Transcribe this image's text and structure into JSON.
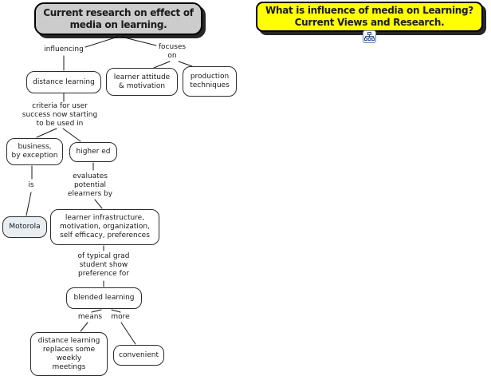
{
  "header_nodes": {
    "research": {
      "label": "Current research on effect of\nmedia on learning.",
      "fill": "#cccccc"
    },
    "question": {
      "label": "What is influence of media on Learning?\nCurrent Views and Research.",
      "fill": "#ffff00"
    }
  },
  "concepts": {
    "distance_learning": "distance learning",
    "learner_attitude": "learner attitude\n& motivation",
    "production_techniques": "production\ntechniques",
    "business": "business,\nby exception",
    "higher_ed": "higher ed",
    "motorola": "Motorola",
    "learner_infrastructure": "learner infrastructure,\nmotivation, organization,\nself efficacy, preferences",
    "blended_learning": "blended learning",
    "distance_replaces": "distance learning\nreplaces some\nweekly\nmeetings",
    "convenient": "convenient"
  },
  "linking_phrases": {
    "influencing": "influencing",
    "focuses_on": "focuses\non",
    "criteria": "criteria for user\nsuccess now starting\nto be used in",
    "is": "is",
    "evaluates": "evaluates\npotential\nelearners by",
    "of_typical": "of typical grad\nstudent show\npreference for",
    "means": "means",
    "more": "more"
  },
  "icons": {
    "resource": "concept-map-icon"
  },
  "colors": {
    "background": "#ffffff",
    "node_fill": "#ffffff",
    "motorola_fill": "#e9eef3",
    "node_border": "#2b2b2b",
    "research_fill": "#cccccc",
    "question_fill": "#ffff00",
    "line": "#1a1a1a",
    "icon_border": "#5b8bc9"
  }
}
